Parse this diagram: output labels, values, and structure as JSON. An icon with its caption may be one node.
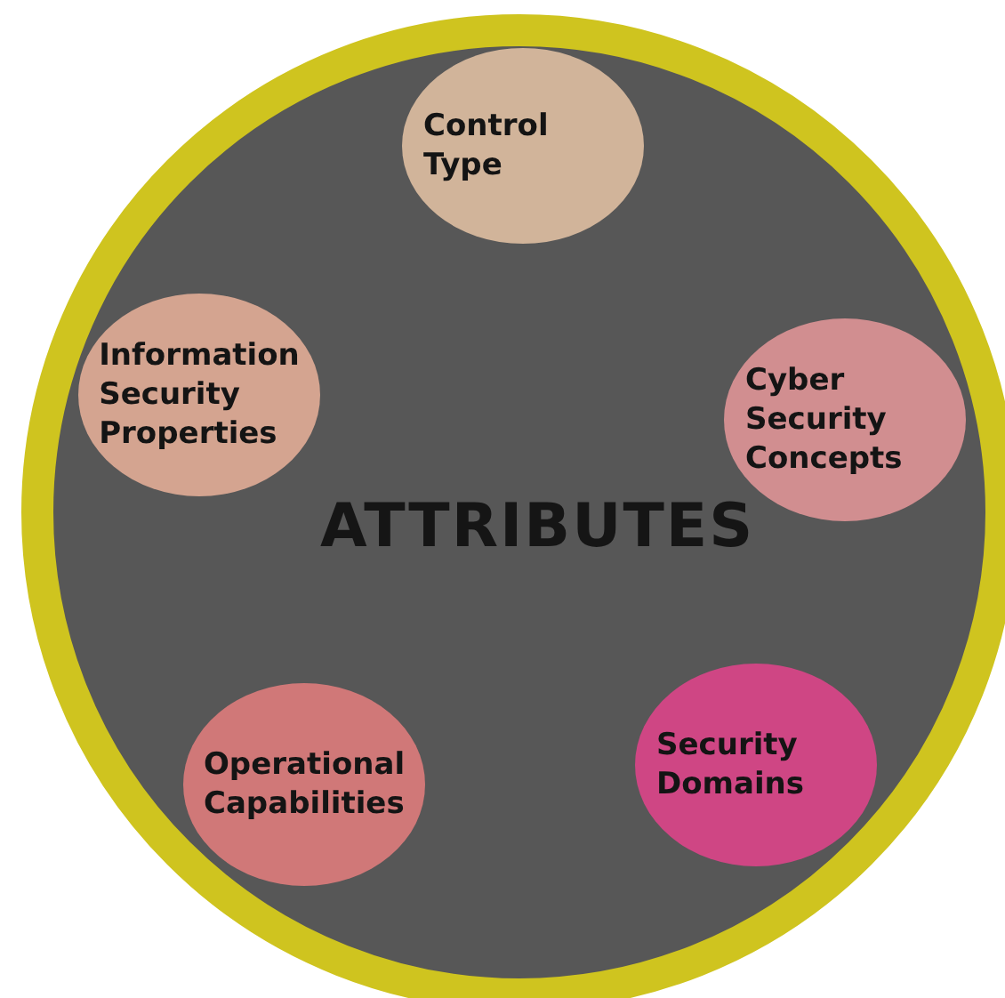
{
  "diagram": {
    "nodes": [
      {
        "text": [
          "ATTRIBUTES"
        ]
      },
      {
        "text": [
          "Control Type"
        ],
        "in": 0
      },
      {
        "text": [
          "Information Security Properties"
        ],
        "in": 0
      },
      {
        "text": [
          "Cyber Security Concepts"
        ],
        "in": 0
      },
      {
        "text": [
          "Operational Capabilities"
        ],
        "in": 0
      },
      {
        "text": [
          "Security Domains"
        ],
        "in": 0
      }
    ]
  }
}
